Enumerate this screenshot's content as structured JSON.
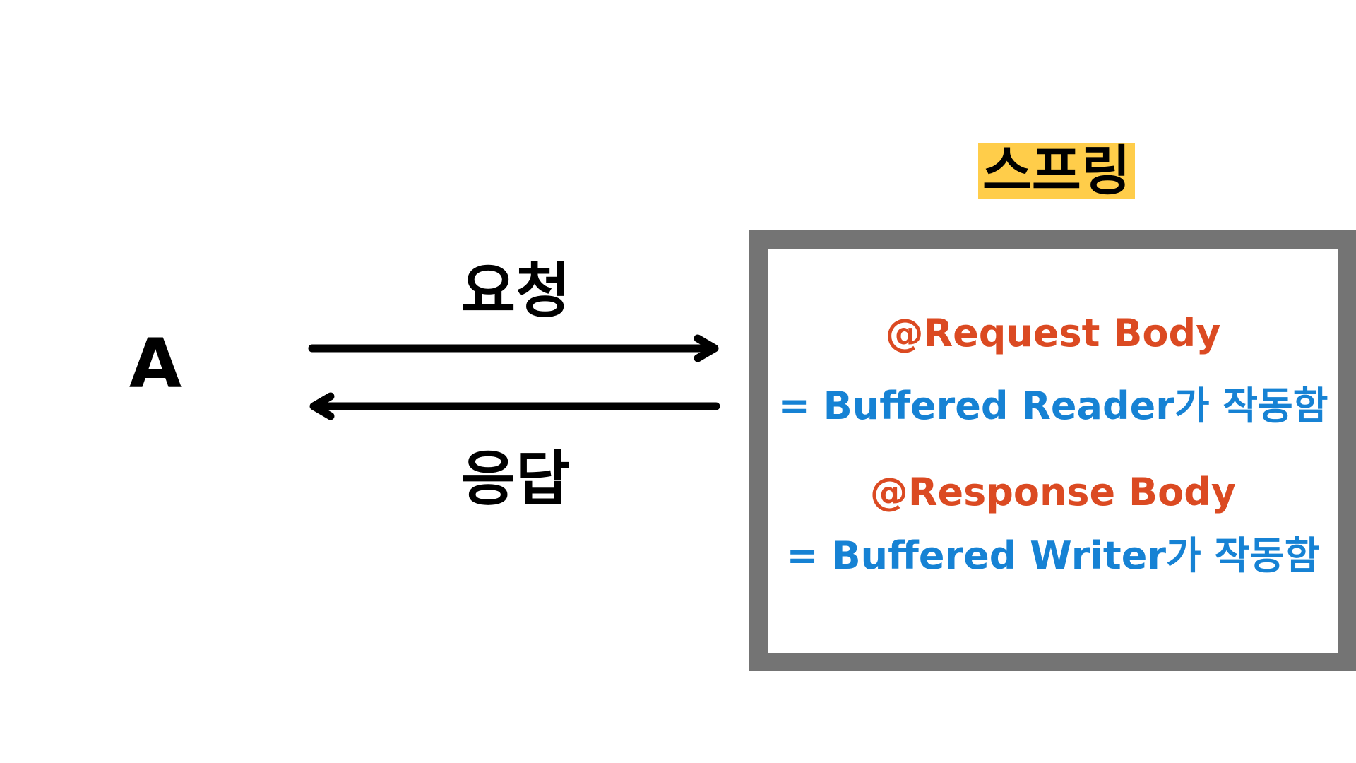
{
  "node": {
    "client_label": "A"
  },
  "arrows": {
    "request_label": "요청",
    "response_label": "응답"
  },
  "spring": {
    "title": "스프링",
    "request_annotation": "@Request Body",
    "request_meaning": "= Buffered Reader가 작동함",
    "response_annotation": "@Response Body",
    "response_meaning": "= Buffered Writer가 작동함"
  },
  "colors": {
    "title_highlight": "#ffcd4a",
    "box_border": "#747474",
    "annotation_text": "#db4a22",
    "meaning_text": "#1682d4",
    "arrow": "#000000"
  }
}
